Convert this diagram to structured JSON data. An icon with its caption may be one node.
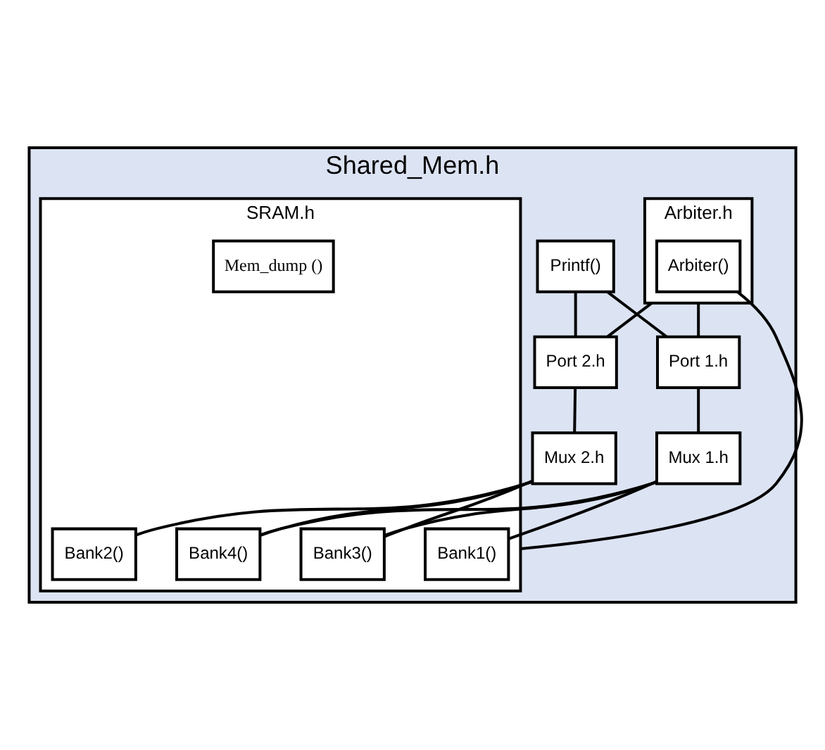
{
  "diagram": {
    "nodes": [
      {
        "text": [
          "Shared_Mem.h"
        ]
      },
      {
        "text": [
          "Printf()"
        ],
        "in": 0
      },
      {
        "text": [
          "Arbiter.h"
        ],
        "in": 0
      },
      {
        "text": [
          "Arbiter()"
        ],
        "in": 2
      },
      {
        "text": [
          "Port 1.h"
        ],
        "in": 0
      },
      {
        "text": [
          "SRAM.h"
        ],
        "in": 0
      },
      {
        "text": [
          "Port 2.h"
        ],
        "in": 0
      },
      {
        "text": [
          "Mux 1.h"
        ],
        "in": 0
      },
      {
        "text": [
          "Bank1()"
        ],
        "in": 5
      },
      {
        "text": [
          "Bank2()"
        ],
        "in": 5
      },
      {
        "text": [
          "Bank3()"
        ],
        "in": 5
      },
      {
        "text": [
          "Bank4()"
        ],
        "in": 5
      },
      {
        "text": [
          "Mem_dump ()"
        ],
        "in": 5
      },
      {
        "text": [
          "Mux 2.h"
        ],
        "in": 0
      }
    ],
    "edges": [
      {
        "from": 1,
        "to": 4,
        "arrow": "none"
      },
      {
        "from": 2,
        "to": 4,
        "arrow": "none"
      },
      {
        "from": 1,
        "to": 6,
        "arrow": "none"
      },
      {
        "from": 2,
        "to": 6,
        "arrow": "none"
      },
      {
        "from": 3,
        "to": 5,
        "arrow": "none"
      },
      {
        "from": 4,
        "to": 7,
        "arrow": "none"
      },
      {
        "from": 6,
        "to": 13,
        "arrow": "none"
      },
      {
        "from": 7,
        "to": 8,
        "arrow": "none"
      },
      {
        "from": 7,
        "to": 10,
        "arrow": "none"
      },
      {
        "from": 7,
        "to": 11,
        "arrow": "none"
      },
      {
        "from": 13,
        "to": 9,
        "arrow": "none"
      },
      {
        "from": 13,
        "to": 10,
        "arrow": "none"
      },
      {
        "from": 13,
        "to": 11,
        "arrow": "none"
      }
    ]
  }
}
